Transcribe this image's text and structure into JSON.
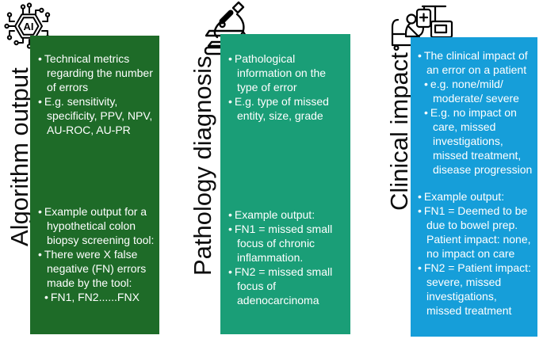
{
  "figure": {
    "background": "#ffffff",
    "title_color": "#0d0d0d",
    "body_text_color": "#ffffff"
  },
  "columns": [
    {
      "title": "Algorithm output",
      "icon": "ai-chip-icon",
      "icon_text": "AI",
      "box_color": "#1e6b28",
      "intro": [
        {
          "level": 1,
          "text": "Technical metrics regarding the number of errors"
        },
        {
          "level": 1,
          "text": "E.g. sensitivity, specificity, PPV, NPV, AU-ROC, AU-PR"
        }
      ],
      "example": [
        {
          "level": 1,
          "text": "Example output for a hypothetical colon biopsy screening tool:"
        },
        {
          "level": 1,
          "text": "There were X false negative (FN) errors made by the tool:"
        },
        {
          "level": 2,
          "text": "FN1, FN2......FNX"
        }
      ]
    },
    {
      "title": "Pathology diagnosis",
      "icon": "microscope-icon",
      "box_color": "#1a9e77",
      "intro": [
        {
          "level": 1,
          "text": "Pathological information on the type of error"
        },
        {
          "level": 1,
          "text": "E.g. type of missed entity, size, grade"
        }
      ],
      "example": [
        {
          "level": 1,
          "text": "Example output:"
        },
        {
          "level": 1,
          "text": "FN1 = missed small focus of chronic inflammation."
        },
        {
          "level": 1,
          "text": "FN2 = missed small focus of adenocarcinoma"
        }
      ]
    },
    {
      "title": "Clinical impact",
      "icon": "infusion-patient-icon",
      "box_color": "#169ed9",
      "intro": [
        {
          "level": 1,
          "text": "The clinical impact of an error on a patient"
        },
        {
          "level": 2,
          "text": "e.g. none/mild/ moderate/ severe"
        },
        {
          "level": 2,
          "text": "E.g. no impact on care, missed investigations, missed treatment, disease progression"
        }
      ],
      "example": [
        {
          "level": 1,
          "text": "Example output:"
        },
        {
          "level": 1,
          "text": "FN1 = Deemed to be due to bowel prep. Patient impact: none, no impact on care"
        },
        {
          "level": 1,
          "text": "FN2 = Patient impact: severe, missed investigations, missed treatment"
        }
      ]
    }
  ]
}
